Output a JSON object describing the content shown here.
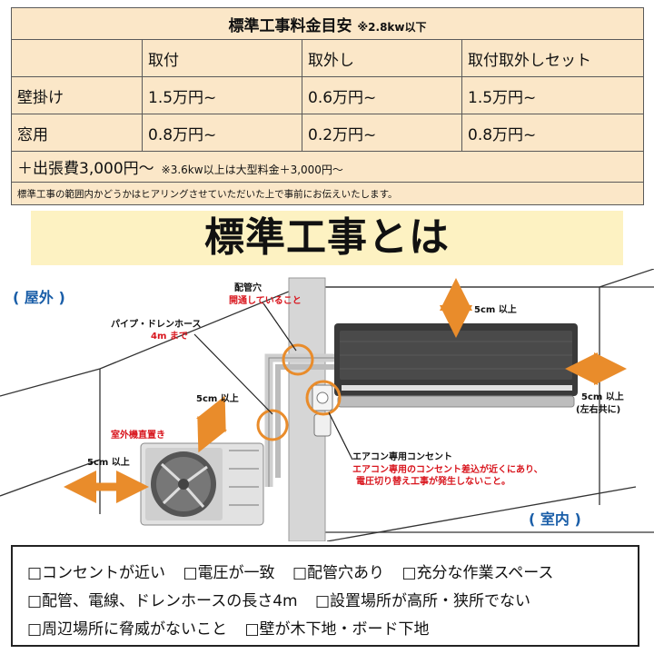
{
  "price_table": {
    "title": "標準工事料金目安",
    "title_note": "※2.8kw以下",
    "columns": [
      "取付",
      "取外し",
      "取付取外しセット"
    ],
    "rows": [
      {
        "label": "壁掛け",
        "values": [
          "1.5万円~",
          "0.6万円~",
          "1.5万円~"
        ]
      },
      {
        "label": "窓用",
        "values": [
          "0.8万円~",
          "0.2万円~",
          "0.8万円~"
        ]
      }
    ],
    "fee": "＋出張費3,000円～",
    "fee_note": "※3.6kw以上は大型料金＋3,000円～",
    "notice": "標準工事の範囲内かどうかはヒアリングさせていただいた上で事前にお伝えいたします。"
  },
  "banner": {
    "title": "標準工事とは"
  },
  "diagram": {
    "outdoor_label": "( 屋外 )",
    "indoor_label": "( 室内 )",
    "hole_label": "配管穴",
    "hole_note": "開通していること",
    "pipe_label": "パイプ・ドレンホース",
    "pipe_note": "4m まで",
    "top_clearance": "5cm 以上",
    "right_clearance": "5cm 以上",
    "right_clearance_note": "(左右共に)",
    "outdoor_top_clearance": "5cm 以上",
    "outdoor_left_clearance": "5cm 以上",
    "outdoor_unit_note": "室外機直置き",
    "outlet_label": "エアコン専用コンセント",
    "outlet_note_1": "エアコン専用のコンセント差込が近くにあり、",
    "outlet_note_2": "電圧切り替え工事が発生しないこと。",
    "colors": {
      "red": "#d8141c",
      "blue": "#1a5ea8",
      "arrow": "#e98c2b",
      "circle": "#e98c2b",
      "unit": "#3a3a3a"
    }
  },
  "checklist": {
    "rows": [
      [
        "□コンセントが近い",
        "□電圧が一致",
        "□配管穴あり",
        "□充分な作業スペース"
      ],
      [
        "□配管、電線、ドレンホースの長さ4m",
        "□設置場所が高所・狭所でない"
      ],
      [
        "□周辺場所に脅威がないこと",
        "□壁が木下地・ボード下地"
      ]
    ]
  }
}
